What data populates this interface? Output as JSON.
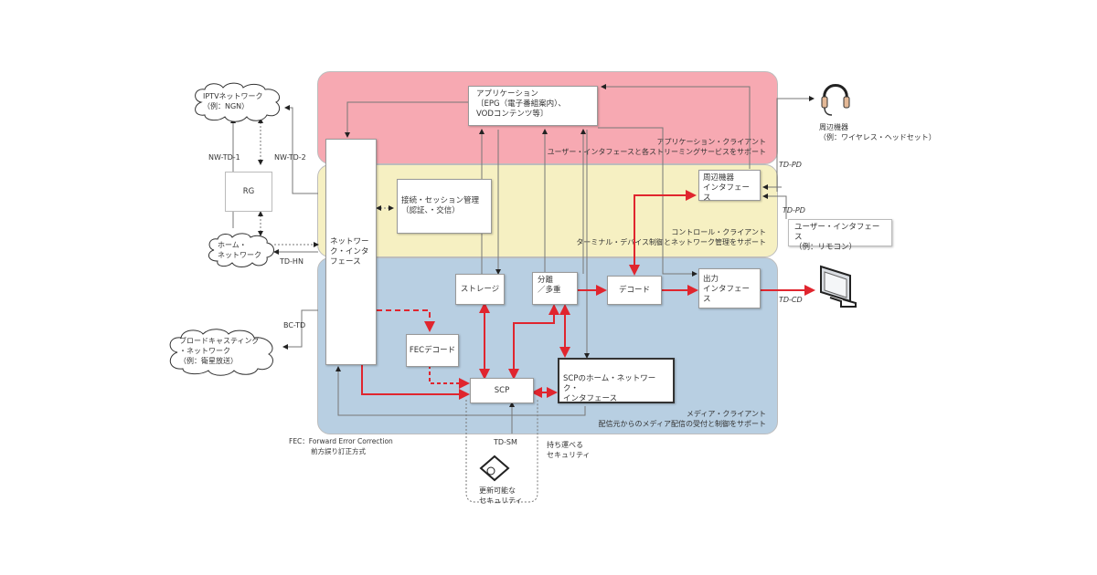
{
  "zones": {
    "application": {
      "title": "アプリケーション・クライアント",
      "subtitle": "ユーザー・インタフェースと各ストリーミングサービスをサポート",
      "color": "#f7a9b2"
    },
    "control": {
      "title": "コントロール・クライアント",
      "subtitle": "ターミナル・デバイス制御とネットワーク管理をサポート",
      "color": "#f6f0c2"
    },
    "media": {
      "title": "メディア・クライアント",
      "subtitle": "配信元からのメディア配信の受付と制御をサポート",
      "color": "#b8cfe2"
    }
  },
  "boxes": {
    "application": [
      "アプリケーション",
      "〔EPG（電子番組案内）、",
      "VODコンテンツ等〕"
    ],
    "network_interface": [
      "ネットワー",
      "ク・インタ",
      "フェース"
    ],
    "session": [
      "接続・セッション管理",
      "（認証、・交信）"
    ],
    "peripheral_if": [
      "周辺機器",
      "インタフェース"
    ],
    "storage": "ストレージ",
    "demux": [
      "分離",
      "／多重"
    ],
    "decode": "デコード",
    "output_if": [
      "出力",
      "インタフェース"
    ],
    "fec_decode": "FECデコード",
    "scp": "SCP",
    "scp_home": [
      "SCPのホーム・ネットワーク・",
      "インタフェース"
    ],
    "rg": "RG",
    "user_if": [
      "ユーザー・インタフェース",
      "（例：リモコン）"
    ]
  },
  "clouds": {
    "iptv": [
      "IPTVネットワーク",
      "（例：NGN）"
    ],
    "home": [
      "ホーム・",
      "ネットワーク"
    ],
    "broadcast": [
      "ブロードキャスティング",
      "・ネットワーク",
      "（例：衛星放送）"
    ]
  },
  "devices": {
    "headset": [
      "周辺機器",
      "（例：ワイヤレス・ヘッドセット）"
    ],
    "tv": "display-device",
    "security_module": [
      "更新可能な",
      "セキュリティ"
    ]
  },
  "interfaces": {
    "nw_td1": "NW-TD-1",
    "nw_td2": "NW-TD-2",
    "td_hn": "TD-HN",
    "bc_td": "BC-TD",
    "td_pd_top": "TD-PD",
    "td_pd_bottom": "TD-PD",
    "td_cd": "TD-CD",
    "td_sm": "TD-SM"
  },
  "notes": {
    "portable_security": [
      "持ち運べる",
      "セキュリティ"
    ],
    "fec_note": [
      "FEC：Forward Error Correction",
      "前方誤り訂正方式"
    ]
  },
  "colors": {
    "signal": "#e0252e",
    "control_line": "#555555"
  }
}
